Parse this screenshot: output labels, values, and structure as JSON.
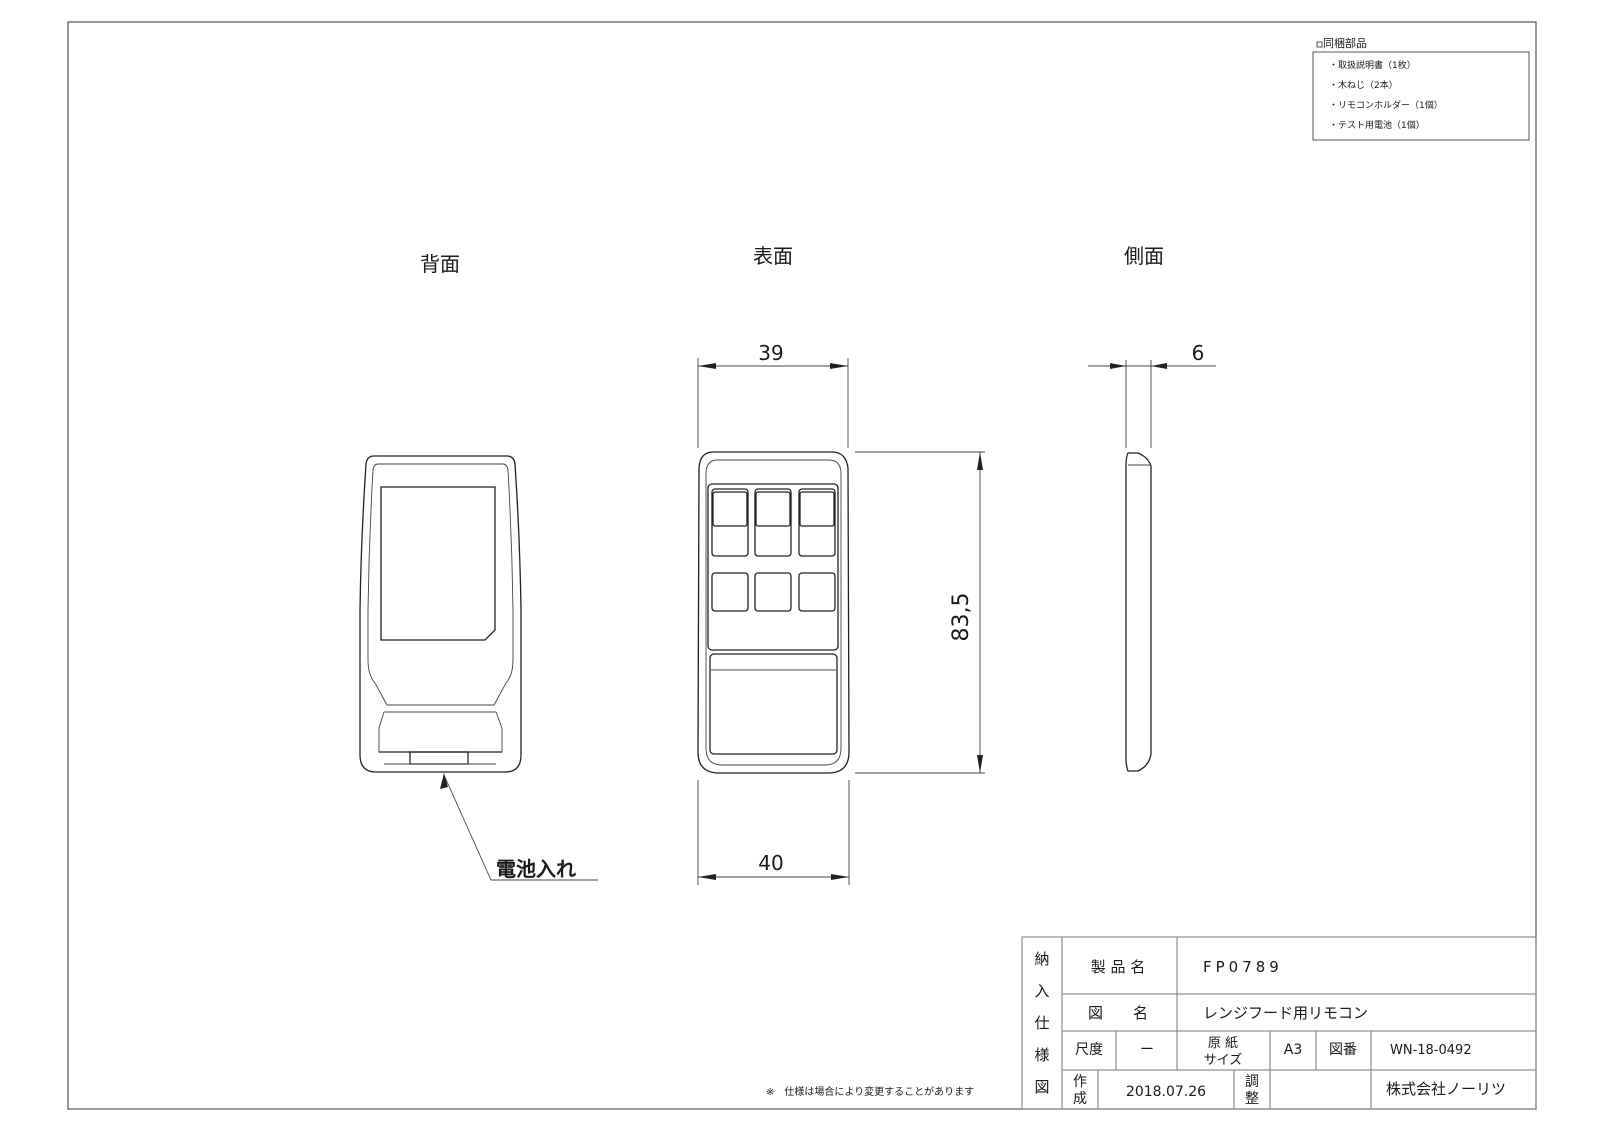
{
  "accessories": {
    "title": "同梱部品",
    "items": [
      "・取扱説明書（1枚）",
      "・木ねじ（2本）",
      "・リモコンホルダー（1個）",
      "・テスト用電池（1個）"
    ]
  },
  "views": {
    "back": "背面",
    "front": "表面",
    "side": "側面"
  },
  "dimensions": {
    "top_width": "39",
    "bottom_width": "40",
    "height": "83,5",
    "thickness": "6"
  },
  "callout": {
    "battery": "電池入れ"
  },
  "note": "※　仕様は場合により変更することがあります",
  "title_block": {
    "side_label": [
      "納",
      "入",
      "仕",
      "様",
      "図"
    ],
    "product_label": "製 品 名",
    "product_value": "FP0789",
    "drawing_label": "図　　名",
    "drawing_value": "レンジフード用リモコン",
    "scale_label": "尺度",
    "scale_value": "ー",
    "paper_label_1": "原 紙",
    "paper_label_2": "サイズ",
    "paper_value": "A3",
    "number_label": "図番",
    "number_value": "WN-18-0492",
    "made_label_1": "作",
    "made_label_2": "成",
    "made_value": "2018.07.26",
    "check_label_1": "調",
    "check_label_2": "整",
    "company": "株式会社ノーリツ"
  }
}
